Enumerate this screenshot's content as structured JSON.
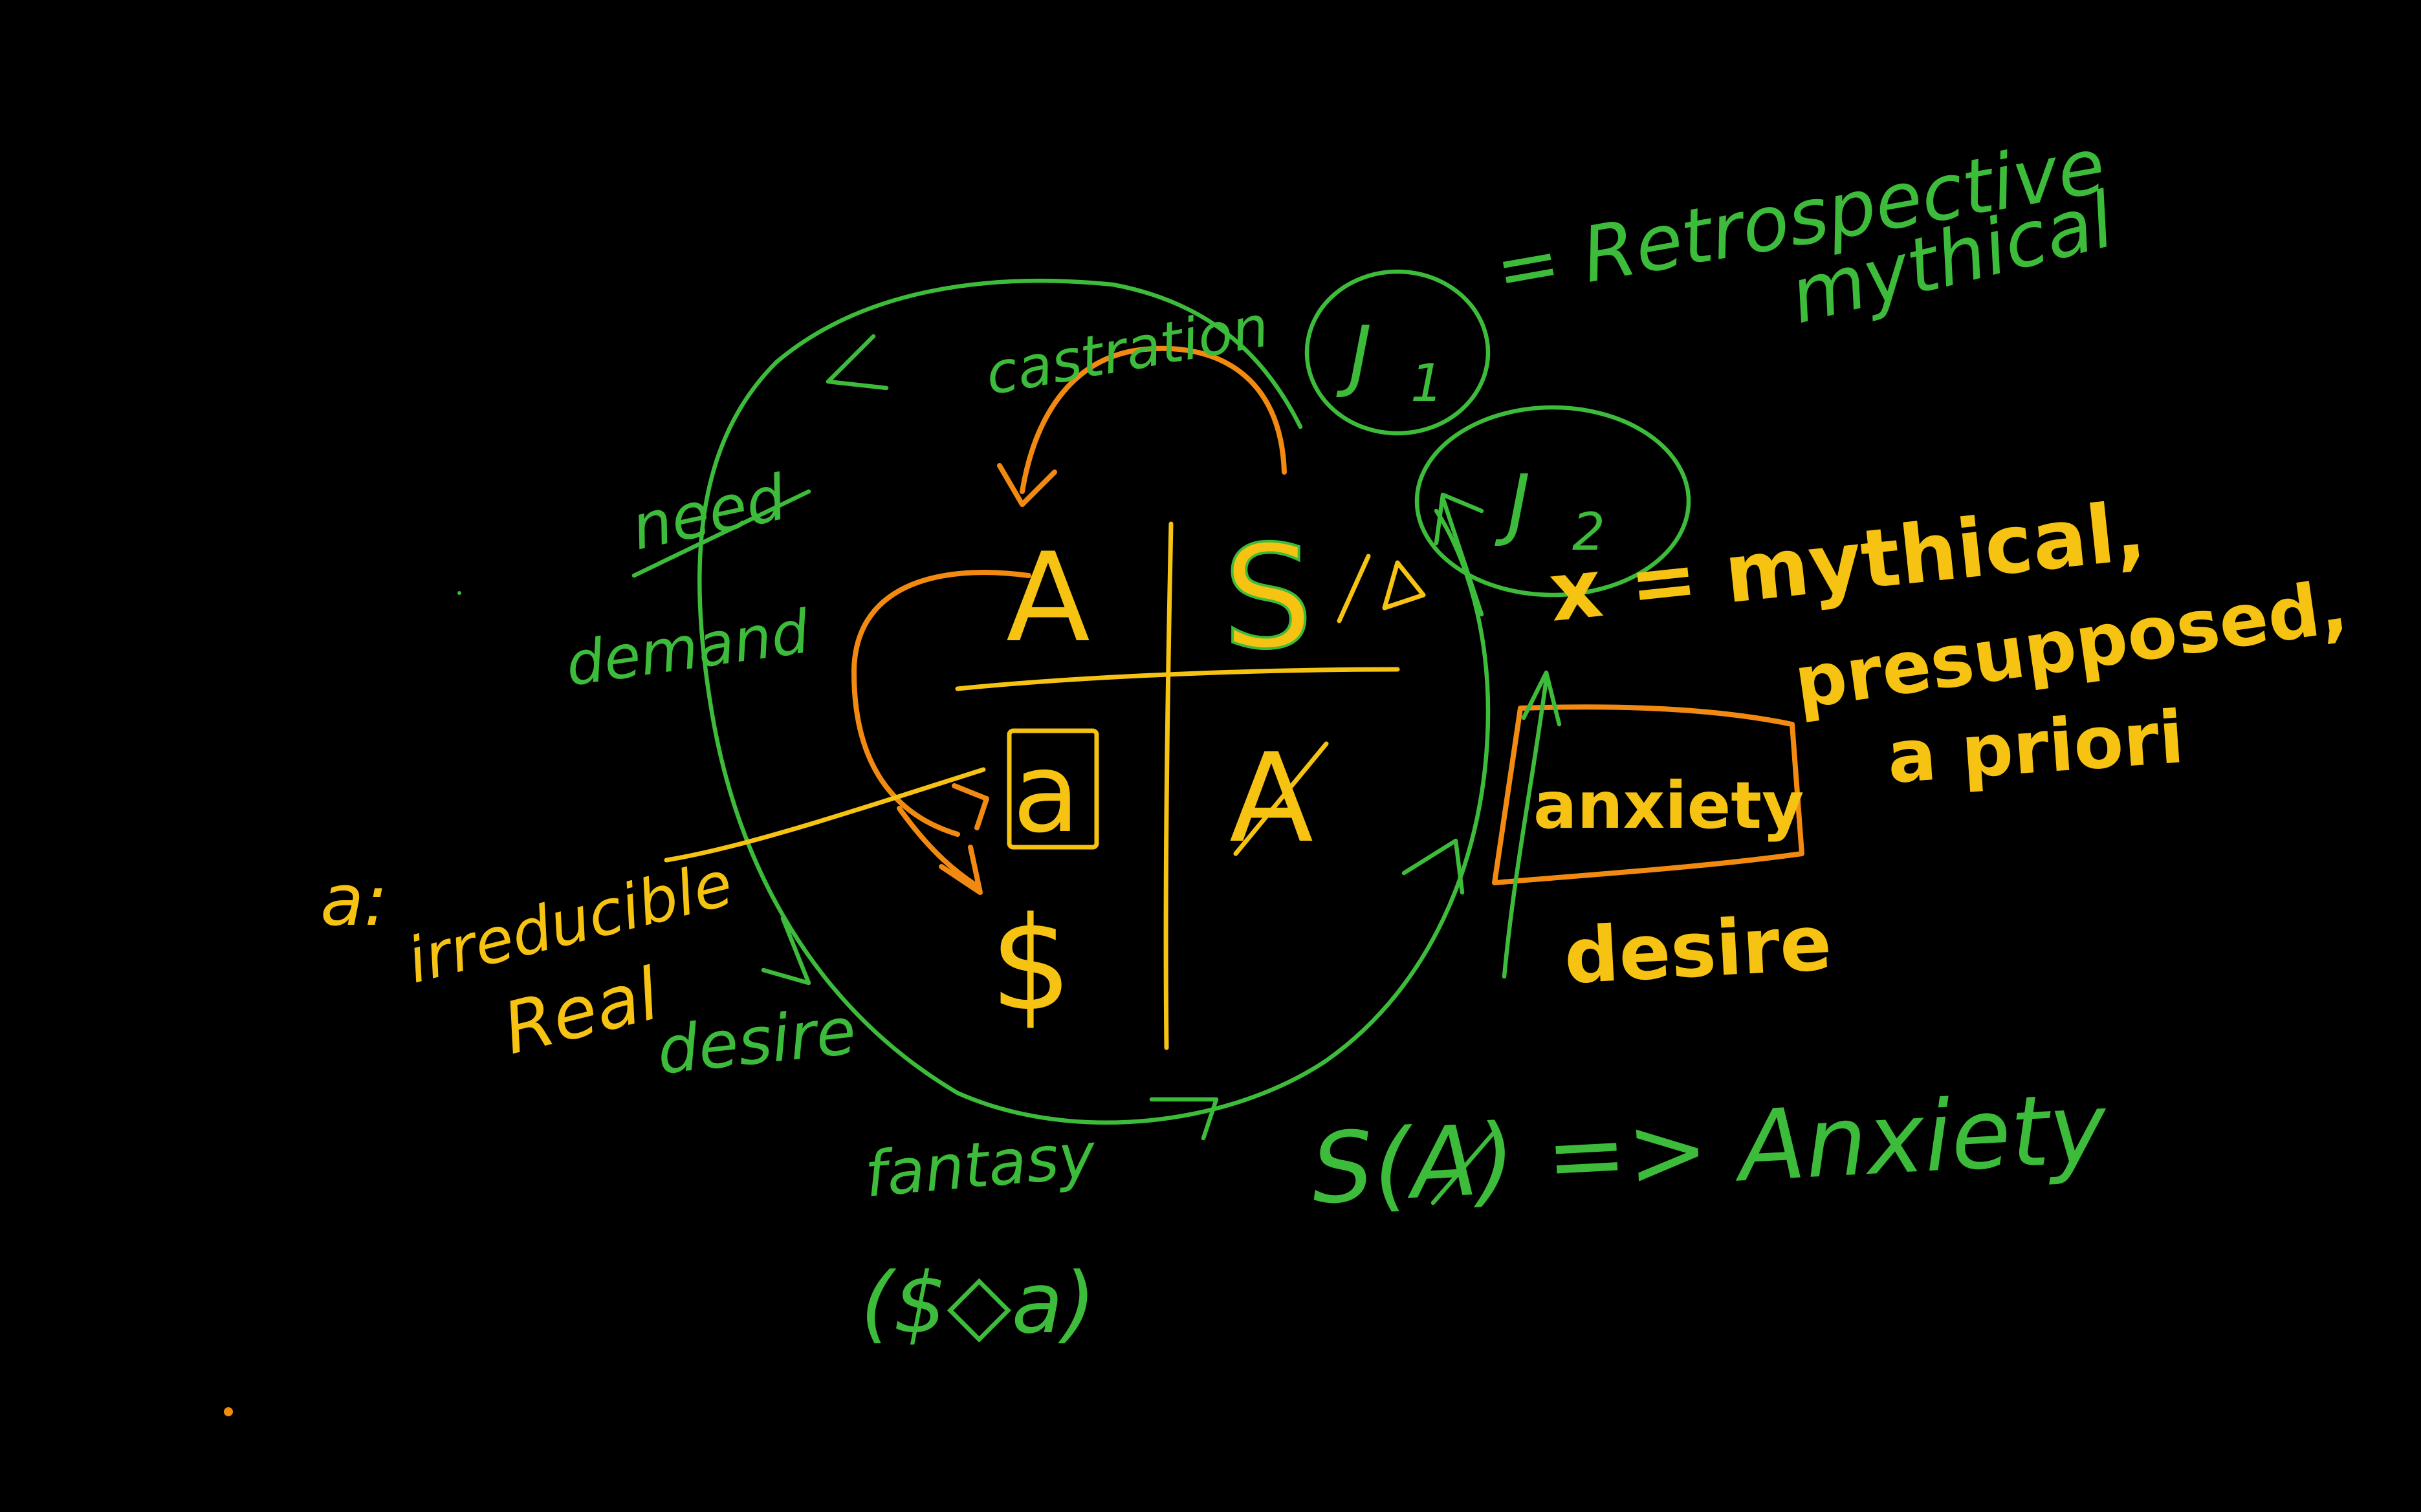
{
  "diagram": {
    "quadrants": {
      "top_left": "A",
      "top_right": "S",
      "bottom_left": "a",
      "bottom_left_lower": "$",
      "bottom_right": "A"
    },
    "labels": {
      "castration": "castration",
      "need": "need",
      "demand": "demand",
      "desire_left": "desire",
      "fantasy": "fantasy",
      "fantasy_formula": "($◇a)",
      "object_a_note_1": "a:",
      "object_a_note_2": "irreducible",
      "object_a_note_3": "Real",
      "j1": "J",
      "j1_sub": "1",
      "j2": "J",
      "j2_sub": "2",
      "j1_equals": "= Retrospective",
      "j1_equals_2": "mythical",
      "x_equals": "x = mythical,",
      "presupposed": "presupposed,",
      "a_priori": "a priori",
      "anxiety_box": "anxiety",
      "desire_right": "desire",
      "s_of_a_barred": "S(A) => Anxiety"
    },
    "colors": {
      "background": "#000000",
      "green": "#3dbb3a",
      "yellow": "#f7c313",
      "orange": "#f28a12"
    }
  }
}
